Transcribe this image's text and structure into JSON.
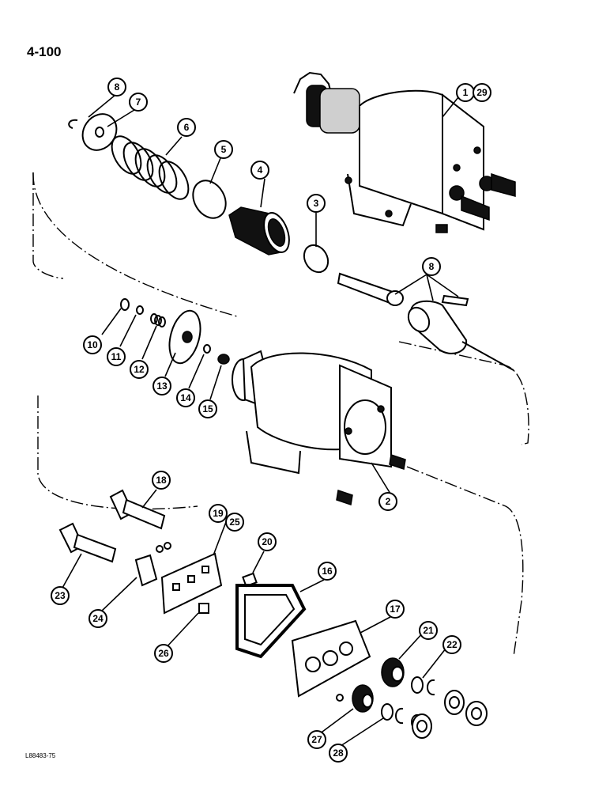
{
  "page_number": "4-100",
  "figure_code": "L88483-75",
  "callouts": [
    "1",
    "29",
    "8",
    "7",
    "6",
    "5",
    "4",
    "3",
    "8",
    "10",
    "11",
    "12",
    "13",
    "14",
    "15",
    "2",
    "18",
    "19",
    "25",
    "20",
    "16",
    "17",
    "21",
    "22",
    "23",
    "24",
    "26",
    "27",
    "28"
  ]
}
